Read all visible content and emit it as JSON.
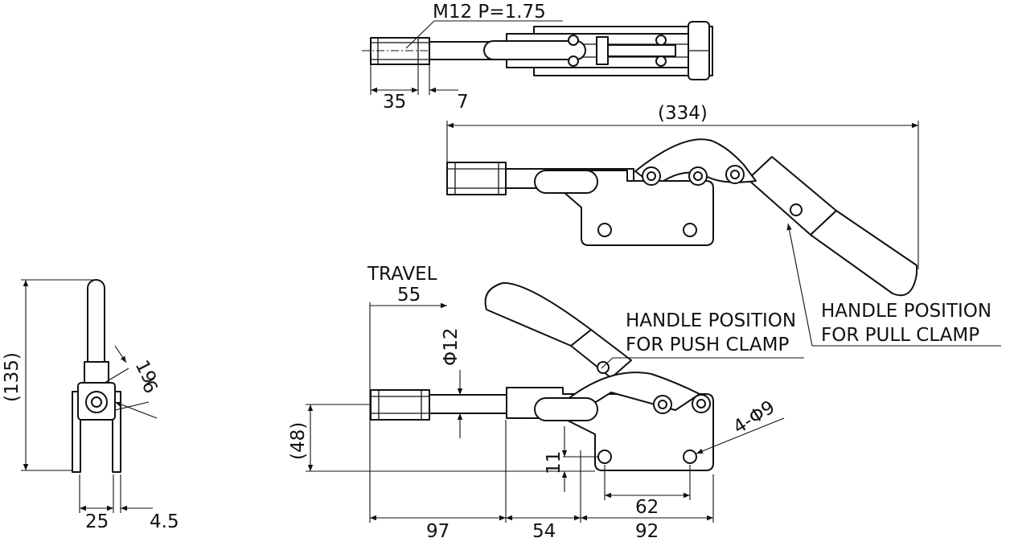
{
  "dimensions": {
    "thread": "M12 P=1.75",
    "nut_len": "35",
    "gap": "7",
    "overall": "(334)",
    "travel_label": "TRAVEL",
    "travel": "55",
    "rod_dia": "Φ12",
    "height_48": "(48)",
    "height_11": "11",
    "holes": "4-Φ9",
    "hole_pitch": "62",
    "d97": "97",
    "d54": "54",
    "d92": "92",
    "side_height": "(135)",
    "side_19": "19",
    "side_6": "6",
    "side_25": "25",
    "side_45": "4.5"
  },
  "notes": {
    "push_line1": "HANDLE POSITION",
    "push_line2": "FOR PUSH CLAMP",
    "pull_line1": "HANDLE POSITION",
    "pull_line2": "FOR PULL CLAMP"
  }
}
